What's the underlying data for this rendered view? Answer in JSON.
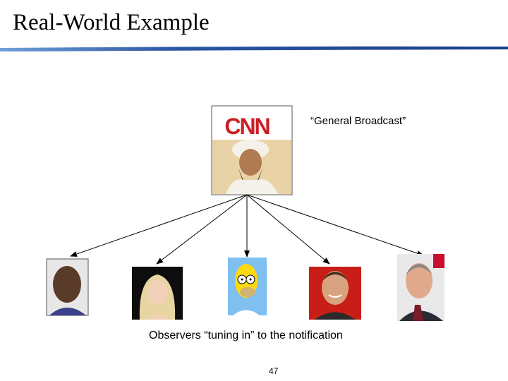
{
  "slide": {
    "title": "Real-World Example",
    "broadcast_label": "“General Broadcast”",
    "caption": "Observers “tuning in” to the notification",
    "page_number": "47"
  },
  "diagram": {
    "subject": {
      "logo_text": "CNN"
    },
    "observers": [
      {
        "id": "observer-1"
      },
      {
        "id": "observer-2"
      },
      {
        "id": "observer-3"
      },
      {
        "id": "observer-4"
      },
      {
        "id": "observer-5"
      }
    ]
  },
  "colors": {
    "rule_dark": "#1b3f86",
    "rule_light": "#6f9fd6",
    "cnn_red": "#cc1f26"
  }
}
